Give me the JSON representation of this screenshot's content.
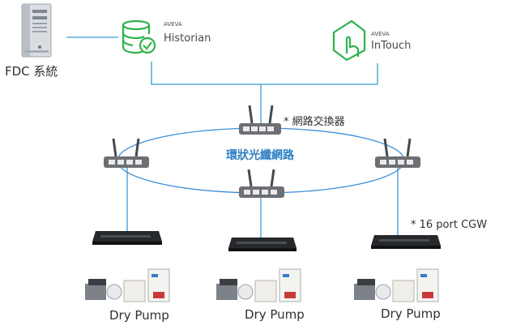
{
  "fdc": {
    "label": "FDC 系統"
  },
  "historian": {
    "brand": "AVEVA",
    "name": "Historian",
    "color": "#2db34a"
  },
  "intouch": {
    "brand": "AVEVA",
    "name": "InTouch",
    "color": "#2db34a"
  },
  "switch_note": "* 網路交換器",
  "ring_label": "環狀光纖網路",
  "cgw_note": "* 16 port CGW",
  "pump_groups": [
    {
      "label": "Dry Pump"
    },
    {
      "label": "Dry Pump"
    },
    {
      "label": "Dry Pump"
    }
  ],
  "colors": {
    "link_gray": "#3a9bd8",
    "ring_blue": "#3d8fd6",
    "fiber_blue": "#3a9bd8",
    "label_blue": "#2d7fc2",
    "switch_gray": "#6d6f72"
  }
}
